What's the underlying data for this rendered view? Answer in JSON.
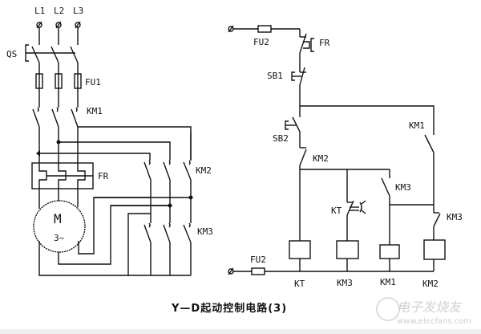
{
  "diagram": {
    "title": "Y—D起动控制电路(3)",
    "main_circuit": {
      "phase_labels": [
        "L1",
        "L2",
        "L3"
      ],
      "isolator_label": "QS",
      "fuse_label": "FU1",
      "contactor_labels": [
        "KM1",
        "KM2",
        "KM3"
      ],
      "overload_label": "FR",
      "motor": {
        "label": "M",
        "sublabel": "3~"
      }
    },
    "control_circuit": {
      "fuse_label": "FU2",
      "overload_contact_label": "FR",
      "stop_button_label": "SB1",
      "start_button_label": "SB2",
      "km2_nc_label": "KM2",
      "km1_hold_label": "KM1",
      "kt_contact_label": "KT",
      "km3_hold_label": "KM3",
      "km3_nc_label": "KM3",
      "coil_labels": [
        "KT",
        "KM3",
        "KM1",
        "KM2"
      ]
    },
    "watermark": {
      "text": "电子发烧友",
      "url": "www.elecfans.com"
    }
  }
}
